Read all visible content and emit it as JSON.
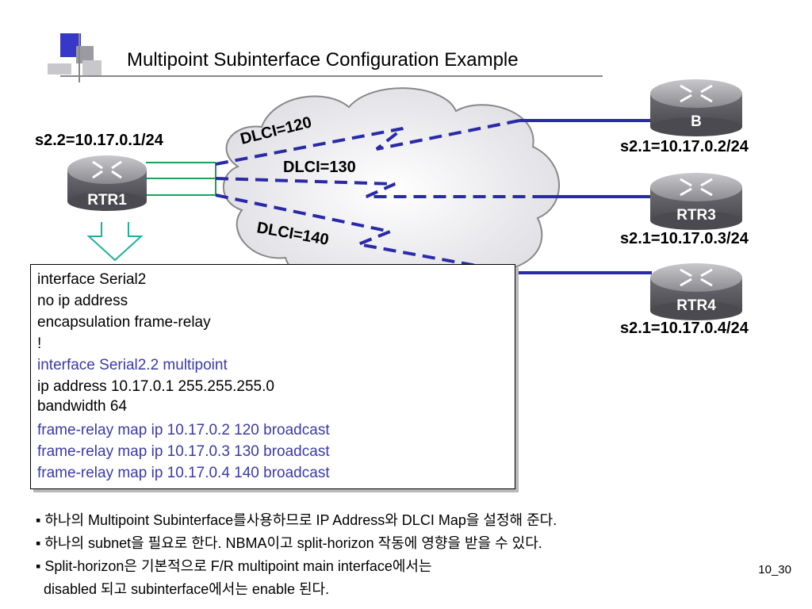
{
  "title": "Multipoint Subinterface Configuration Example",
  "routers": {
    "rtr1": "RTR1",
    "b": "B",
    "rtr3": "RTR3",
    "rtr4": "RTR4"
  },
  "addresses": {
    "rtr1": "s2.2=10.17.0.1/24",
    "b": "s2.1=10.17.0.2/24",
    "rtr3": "s2.1=10.17.0.3/24",
    "rtr4": "s2.1=10.17.0.4/24"
  },
  "dlci": {
    "d120": "DLCI=120",
    "d130": "DLCI=130",
    "d140": "DLCI=140"
  },
  "config_lines": [
    " interface Serial2",
    " no ip address",
    " encapsulation frame-relay",
    "!",
    "interface Serial2.2 multipoint",
    " ip address 10.17.0.1 255.255.255.0",
    "  bandwidth 64",
    " frame-relay map ip 10.17.0.2 120 broadcast",
    " frame-relay map ip 10.17.0.3 130 broadcast",
    " frame-relay map ip 10.17.0.4 140 broadcast"
  ],
  "bullets": [
    "▪ 하나의 Multipoint Subinterface를사용하므로 IP Address와 DLCI Map을 설정해 준다.",
    "▪ 하나의 subnet을 필요로 한다. NBMA이고 split-horizon 작동에 영향을 받을 수 있다.",
    "▪ Split-horizon은 기본적으로 F/R multipoint main interface에서는",
    "  disabled 되고 subinterface에서는 enable 된다."
  ],
  "page_number": "10_30",
  "colors": {
    "link": "#2a2aa8",
    "config_blue": "#3a3aa8",
    "subif": "#1ea05a",
    "router": "#7a7a80",
    "cloud": "#f2f2f4"
  }
}
